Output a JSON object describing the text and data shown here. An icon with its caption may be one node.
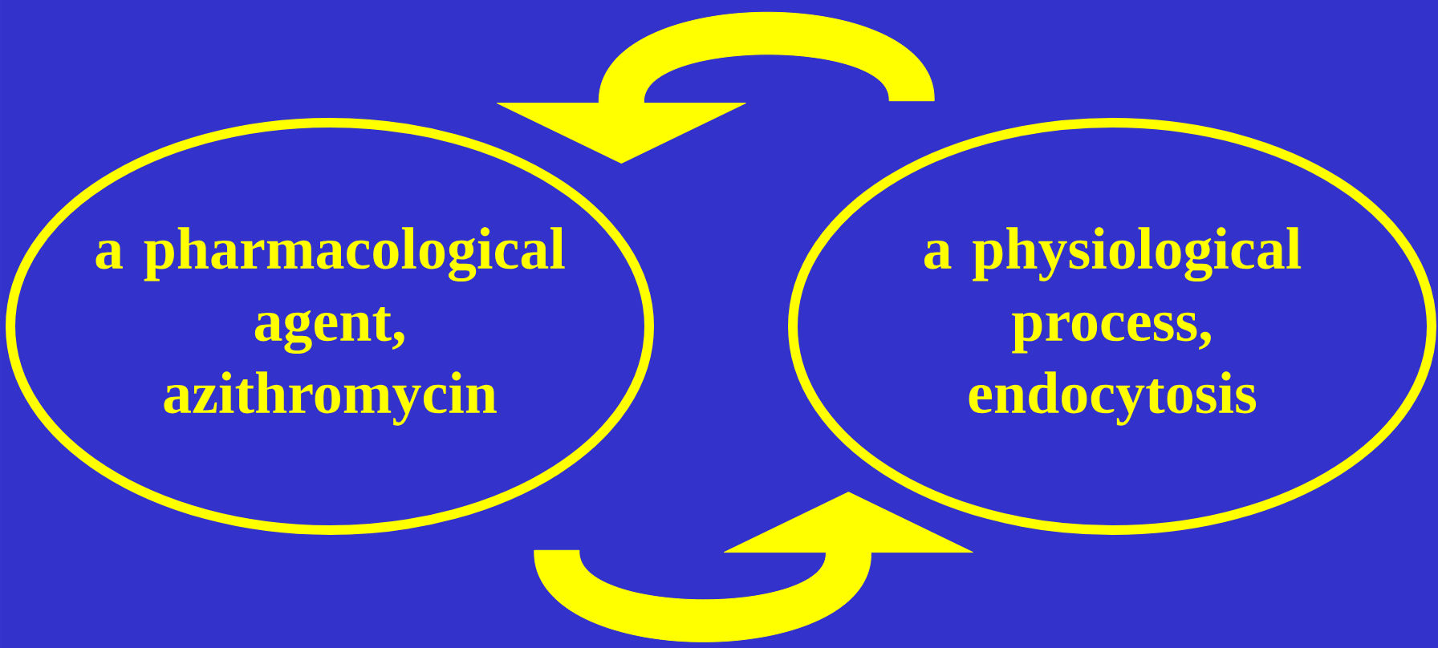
{
  "diagram": {
    "nodes": [
      {
        "text": [
          "a pharmacological agent, azithromycin"
        ]
      },
      {
        "text": [
          "a physiological process, endocytosis"
        ]
      }
    ],
    "edges": [
      {
        "from": 1,
        "to": 0,
        "arrow": "to"
      },
      {
        "from": 0,
        "to": 1,
        "arrow": "to"
      }
    ]
  }
}
